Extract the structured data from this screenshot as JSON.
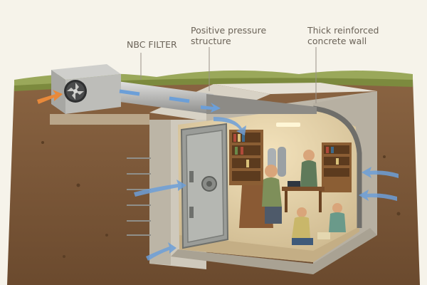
{
  "labels": {
    "nbc_filter": "NBC FILTER",
    "positive_pressure_line1": "Positive pressure",
    "positive_pressure_line2": "structure",
    "concrete_wall_line1": "Thick reinforced",
    "concrete_wall_line2": "concrete wall"
  },
  "colors": {
    "soil_dark": "#6b4a2e",
    "soil_light": "#9a7550",
    "concrete": "#c9c3b6",
    "interior_light": "#e9d7b0",
    "airflow_in": "#e8893a",
    "airflow_blue": "#6c9fd8",
    "grass": "#8a9a4a"
  },
  "icons": [
    "fan-icon",
    "vault-door-icon",
    "airflow-arrow-icon",
    "bookshelf-icon",
    "gas-tank-icon"
  ]
}
